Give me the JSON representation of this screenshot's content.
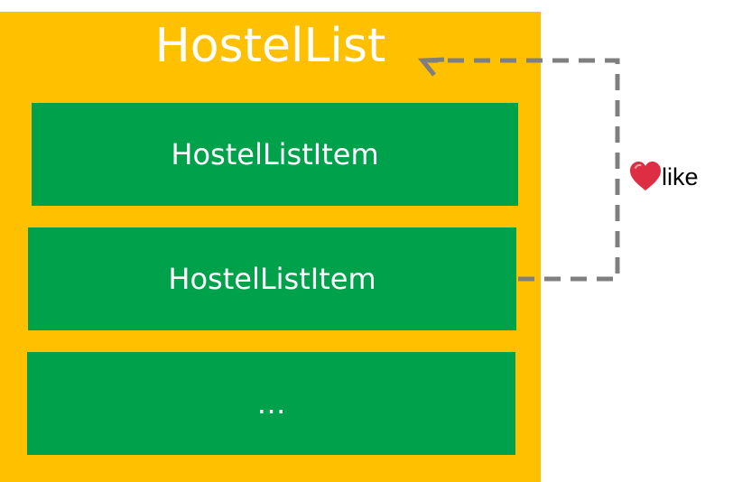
{
  "diagram": {
    "container": {
      "title": "HostelList",
      "color": "#FFC000"
    },
    "items": [
      {
        "label": "HostelListItem"
      },
      {
        "label": "HostelListItem"
      },
      {
        "label": "…"
      }
    ],
    "item_color": "#00A14B",
    "connector": {
      "from": "HostelListItem",
      "to": "HostelList",
      "style": "dashed",
      "color": "#7F7F7F",
      "icon": "heart-icon",
      "label": "like"
    }
  }
}
